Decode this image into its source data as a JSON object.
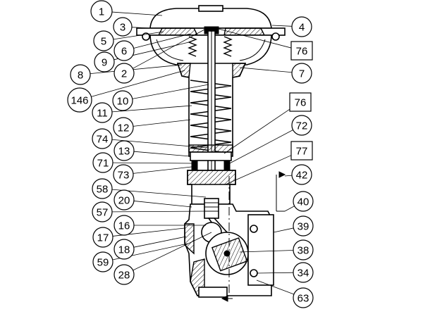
{
  "diagram": {
    "callouts": [
      {
        "id": "c1",
        "label": "1",
        "shape": "circle"
      },
      {
        "id": "c3",
        "label": "3",
        "shape": "circle"
      },
      {
        "id": "c5",
        "label": "5",
        "shape": "circle"
      },
      {
        "id": "c6",
        "label": "6",
        "shape": "circle"
      },
      {
        "id": "c9",
        "label": "9",
        "shape": "circle"
      },
      {
        "id": "c2",
        "label": "2",
        "shape": "circle"
      },
      {
        "id": "c8",
        "label": "8",
        "shape": "circle"
      },
      {
        "id": "c146",
        "label": "146",
        "shape": "circle"
      },
      {
        "id": "c10",
        "label": "10",
        "shape": "circle"
      },
      {
        "id": "c11",
        "label": "11",
        "shape": "circle"
      },
      {
        "id": "c12",
        "label": "12",
        "shape": "circle"
      },
      {
        "id": "c74",
        "label": "74",
        "shape": "circle"
      },
      {
        "id": "c13",
        "label": "13",
        "shape": "circle"
      },
      {
        "id": "c71",
        "label": "71",
        "shape": "circle"
      },
      {
        "id": "c73",
        "label": "73",
        "shape": "circle"
      },
      {
        "id": "c58",
        "label": "58",
        "shape": "circle"
      },
      {
        "id": "c20",
        "label": "20",
        "shape": "circle"
      },
      {
        "id": "c57",
        "label": "57",
        "shape": "circle"
      },
      {
        "id": "c16",
        "label": "16",
        "shape": "circle"
      },
      {
        "id": "c17",
        "label": "17",
        "shape": "circle"
      },
      {
        "id": "c18",
        "label": "18",
        "shape": "circle"
      },
      {
        "id": "c59",
        "label": "59",
        "shape": "circle"
      },
      {
        "id": "c28",
        "label": "28",
        "shape": "circle"
      },
      {
        "id": "c4",
        "label": "4",
        "shape": "circle"
      },
      {
        "id": "c76a",
        "label": "76",
        "shape": "box"
      },
      {
        "id": "c7",
        "label": "7",
        "shape": "circle"
      },
      {
        "id": "c76b",
        "label": "76",
        "shape": "box"
      },
      {
        "id": "c72",
        "label": "72",
        "shape": "circle"
      },
      {
        "id": "c77",
        "label": "77",
        "shape": "box"
      },
      {
        "id": "c42",
        "label": "42",
        "shape": "circle"
      },
      {
        "id": "c40",
        "label": "40",
        "shape": "circle"
      },
      {
        "id": "c39",
        "label": "39",
        "shape": "circle"
      },
      {
        "id": "c38",
        "label": "38",
        "shape": "circle"
      },
      {
        "id": "c34",
        "label": "34",
        "shape": "circle"
      },
      {
        "id": "c63",
        "label": "63",
        "shape": "circle"
      }
    ]
  }
}
